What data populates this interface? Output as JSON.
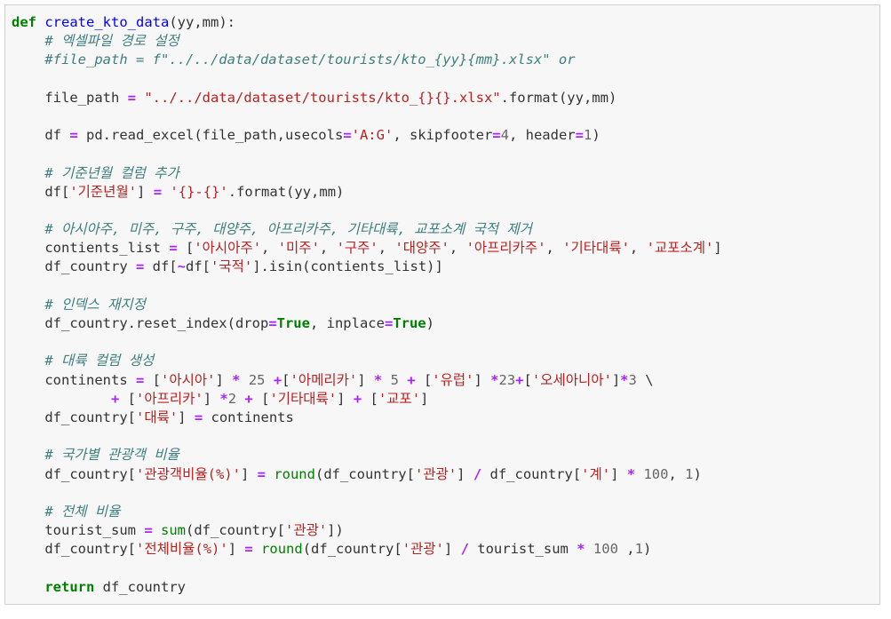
{
  "code_cell": {
    "lines": [
      [
        {
          "t": "def",
          "c": "k"
        },
        {
          "t": " ",
          "c": "t"
        },
        {
          "t": "create_kto_data",
          "c": "f"
        },
        {
          "t": "(yy,mm):",
          "c": "t"
        }
      ],
      [
        {
          "t": "    ",
          "c": "t"
        },
        {
          "t": "# 엑셀파일 경로 설정",
          "c": "c"
        }
      ],
      [
        {
          "t": "    ",
          "c": "t"
        },
        {
          "t": "#file_path = f\"../../data/dataset/tourists/kto_{yy}{mm}.xlsx\" or",
          "c": "c"
        }
      ],
      [],
      [
        {
          "t": "    file_path ",
          "c": "t"
        },
        {
          "t": "=",
          "c": "o"
        },
        {
          "t": " ",
          "c": "t"
        },
        {
          "t": "\"../../data/dataset/tourists/kto_{}{}.xlsx\"",
          "c": "s"
        },
        {
          "t": ".format(yy,mm)",
          "c": "t"
        }
      ],
      [],
      [
        {
          "t": "    df ",
          "c": "t"
        },
        {
          "t": "=",
          "c": "o"
        },
        {
          "t": " pd.read_excel(file_path,usecols",
          "c": "t"
        },
        {
          "t": "=",
          "c": "o"
        },
        {
          "t": "'A:G'",
          "c": "s"
        },
        {
          "t": ", skipfooter",
          "c": "t"
        },
        {
          "t": "=",
          "c": "o"
        },
        {
          "t": "4",
          "c": "n"
        },
        {
          "t": ", header",
          "c": "t"
        },
        {
          "t": "=",
          "c": "o"
        },
        {
          "t": "1",
          "c": "n"
        },
        {
          "t": ")",
          "c": "t"
        }
      ],
      [],
      [
        {
          "t": "    ",
          "c": "t"
        },
        {
          "t": "# 기준년월 컬럼 추가",
          "c": "c"
        }
      ],
      [
        {
          "t": "    df[",
          "c": "t"
        },
        {
          "t": "'기준년월'",
          "c": "s"
        },
        {
          "t": "] ",
          "c": "t"
        },
        {
          "t": "=",
          "c": "o"
        },
        {
          "t": " ",
          "c": "t"
        },
        {
          "t": "'{}-{}'",
          "c": "s"
        },
        {
          "t": ".format(yy,mm)",
          "c": "t"
        }
      ],
      [],
      [
        {
          "t": "    ",
          "c": "t"
        },
        {
          "t": "# 아시아주, 미주, 구주, 대양주, 아프리카주, 기타대륙, 교포소계 국적 제거",
          "c": "c"
        }
      ],
      [
        {
          "t": "    contients_list ",
          "c": "t"
        },
        {
          "t": "=",
          "c": "o"
        },
        {
          "t": " [",
          "c": "t"
        },
        {
          "t": "'아시아주'",
          "c": "s"
        },
        {
          "t": ", ",
          "c": "t"
        },
        {
          "t": "'미주'",
          "c": "s"
        },
        {
          "t": ", ",
          "c": "t"
        },
        {
          "t": "'구주'",
          "c": "s"
        },
        {
          "t": ", ",
          "c": "t"
        },
        {
          "t": "'대양주'",
          "c": "s"
        },
        {
          "t": ", ",
          "c": "t"
        },
        {
          "t": "'아프리카주'",
          "c": "s"
        },
        {
          "t": ", ",
          "c": "t"
        },
        {
          "t": "'기타대륙'",
          "c": "s"
        },
        {
          "t": ", ",
          "c": "t"
        },
        {
          "t": "'교포소계'",
          "c": "s"
        },
        {
          "t": "]",
          "c": "t"
        }
      ],
      [
        {
          "t": "    df_country ",
          "c": "t"
        },
        {
          "t": "=",
          "c": "o"
        },
        {
          "t": " df[",
          "c": "t"
        },
        {
          "t": "~",
          "c": "o"
        },
        {
          "t": "df[",
          "c": "t"
        },
        {
          "t": "'국적'",
          "c": "s"
        },
        {
          "t": "].isin(contients_list)]",
          "c": "t"
        }
      ],
      [],
      [
        {
          "t": "    ",
          "c": "t"
        },
        {
          "t": "# 인덱스 재지정",
          "c": "c"
        }
      ],
      [
        {
          "t": "    df_country.reset_index(drop",
          "c": "t"
        },
        {
          "t": "=",
          "c": "o"
        },
        {
          "t": "True",
          "c": "k"
        },
        {
          "t": ", inplace",
          "c": "t"
        },
        {
          "t": "=",
          "c": "o"
        },
        {
          "t": "True",
          "c": "k"
        },
        {
          "t": ")",
          "c": "t"
        }
      ],
      [],
      [
        {
          "t": "    ",
          "c": "t"
        },
        {
          "t": "# 대륙 컬럼 생성",
          "c": "c"
        }
      ],
      [
        {
          "t": "    continents ",
          "c": "t"
        },
        {
          "t": "=",
          "c": "o"
        },
        {
          "t": " [",
          "c": "t"
        },
        {
          "t": "'아시아'",
          "c": "s"
        },
        {
          "t": "] ",
          "c": "t"
        },
        {
          "t": "*",
          "c": "o"
        },
        {
          "t": " ",
          "c": "t"
        },
        {
          "t": "25",
          "c": "n"
        },
        {
          "t": " ",
          "c": "t"
        },
        {
          "t": "+",
          "c": "o"
        },
        {
          "t": "[",
          "c": "t"
        },
        {
          "t": "'아메리카'",
          "c": "s"
        },
        {
          "t": "] ",
          "c": "t"
        },
        {
          "t": "*",
          "c": "o"
        },
        {
          "t": " ",
          "c": "t"
        },
        {
          "t": "5",
          "c": "n"
        },
        {
          "t": " ",
          "c": "t"
        },
        {
          "t": "+",
          "c": "o"
        },
        {
          "t": " [",
          "c": "t"
        },
        {
          "t": "'유럽'",
          "c": "s"
        },
        {
          "t": "] ",
          "c": "t"
        },
        {
          "t": "*",
          "c": "o"
        },
        {
          "t": "23",
          "c": "n"
        },
        {
          "t": "+",
          "c": "o"
        },
        {
          "t": "[",
          "c": "t"
        },
        {
          "t": "'오세아니아'",
          "c": "s"
        },
        {
          "t": "]",
          "c": "t"
        },
        {
          "t": "*",
          "c": "o"
        },
        {
          "t": "3",
          "c": "n"
        },
        {
          "t": " \\",
          "c": "t"
        }
      ],
      [
        {
          "t": "            ",
          "c": "t"
        },
        {
          "t": "+",
          "c": "o"
        },
        {
          "t": " [",
          "c": "t"
        },
        {
          "t": "'아프리카'",
          "c": "s"
        },
        {
          "t": "] ",
          "c": "t"
        },
        {
          "t": "*",
          "c": "o"
        },
        {
          "t": "2",
          "c": "n"
        },
        {
          "t": " ",
          "c": "t"
        },
        {
          "t": "+",
          "c": "o"
        },
        {
          "t": " [",
          "c": "t"
        },
        {
          "t": "'기타대륙'",
          "c": "s"
        },
        {
          "t": "] ",
          "c": "t"
        },
        {
          "t": "+",
          "c": "o"
        },
        {
          "t": " [",
          "c": "t"
        },
        {
          "t": "'교포'",
          "c": "s"
        },
        {
          "t": "]",
          "c": "t"
        }
      ],
      [
        {
          "t": "    df_country[",
          "c": "t"
        },
        {
          "t": "'대륙'",
          "c": "s"
        },
        {
          "t": "] ",
          "c": "t"
        },
        {
          "t": "=",
          "c": "o"
        },
        {
          "t": " continents",
          "c": "t"
        }
      ],
      [],
      [
        {
          "t": "    ",
          "c": "t"
        },
        {
          "t": "# 국가별 관광객 비율",
          "c": "c"
        }
      ],
      [
        {
          "t": "    df_country[",
          "c": "t"
        },
        {
          "t": "'관광객비율(%)'",
          "c": "s"
        },
        {
          "t": "] ",
          "c": "t"
        },
        {
          "t": "=",
          "c": "o"
        },
        {
          "t": " ",
          "c": "t"
        },
        {
          "t": "round",
          "c": "b"
        },
        {
          "t": "(df_country[",
          "c": "t"
        },
        {
          "t": "'관광'",
          "c": "s"
        },
        {
          "t": "] ",
          "c": "t"
        },
        {
          "t": "/",
          "c": "o"
        },
        {
          "t": " df_country[",
          "c": "t"
        },
        {
          "t": "'계'",
          "c": "s"
        },
        {
          "t": "] ",
          "c": "t"
        },
        {
          "t": "*",
          "c": "o"
        },
        {
          "t": " ",
          "c": "t"
        },
        {
          "t": "100",
          "c": "n"
        },
        {
          "t": ", ",
          "c": "t"
        },
        {
          "t": "1",
          "c": "n"
        },
        {
          "t": ")",
          "c": "t"
        }
      ],
      [],
      [
        {
          "t": "    ",
          "c": "t"
        },
        {
          "t": "# 전체 비율",
          "c": "c"
        }
      ],
      [
        {
          "t": "    tourist_sum ",
          "c": "t"
        },
        {
          "t": "=",
          "c": "o"
        },
        {
          "t": " ",
          "c": "t"
        },
        {
          "t": "sum",
          "c": "b"
        },
        {
          "t": "(df_country[",
          "c": "t"
        },
        {
          "t": "'관광'",
          "c": "s"
        },
        {
          "t": "])",
          "c": "t"
        }
      ],
      [
        {
          "t": "    df_country[",
          "c": "t"
        },
        {
          "t": "'전체비율(%)'",
          "c": "s"
        },
        {
          "t": "] ",
          "c": "t"
        },
        {
          "t": "=",
          "c": "o"
        },
        {
          "t": " ",
          "c": "t"
        },
        {
          "t": "round",
          "c": "b"
        },
        {
          "t": "(df_country[",
          "c": "t"
        },
        {
          "t": "'관광'",
          "c": "s"
        },
        {
          "t": "] ",
          "c": "t"
        },
        {
          "t": "/",
          "c": "o"
        },
        {
          "t": " tourist_sum ",
          "c": "t"
        },
        {
          "t": "*",
          "c": "o"
        },
        {
          "t": " ",
          "c": "t"
        },
        {
          "t": "100",
          "c": "n"
        },
        {
          "t": " ,",
          "c": "t"
        },
        {
          "t": "1",
          "c": "n"
        },
        {
          "t": ")",
          "c": "t"
        }
      ],
      [],
      [
        {
          "t": "    ",
          "c": "t"
        },
        {
          "t": "return",
          "c": "k"
        },
        {
          "t": " df_country",
          "c": "t"
        }
      ]
    ]
  }
}
